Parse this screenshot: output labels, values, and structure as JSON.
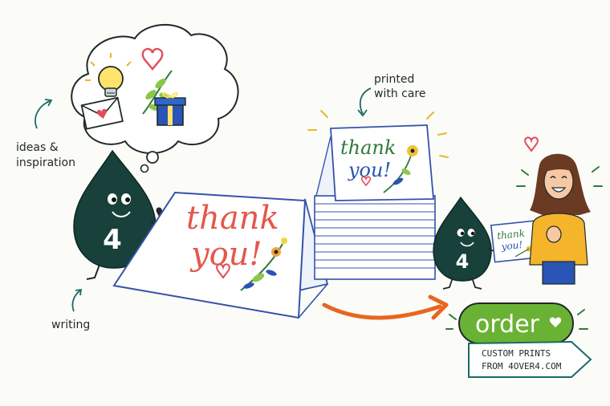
{
  "labels": {
    "ideas_line1": "ideas &",
    "ideas_line2": "inspiration",
    "writing": "writing",
    "printed_line1": "printed",
    "printed_line2": "with care"
  },
  "mascot": {
    "number": "4"
  },
  "main_card": {
    "line1": "thank",
    "line2": "you!"
  },
  "stack_card": {
    "line1": "thank",
    "line2": "you!"
  },
  "small_card": {
    "line1": "thank",
    "line2": "you!"
  },
  "cta": {
    "order_label": "order",
    "sign_line1": "CUSTOM PRINTS",
    "sign_line2": "FROM 4OVER4.COM"
  },
  "colors": {
    "mascot": "#17413a",
    "arrow": "#e8661f",
    "order_green": "#6ab234",
    "card_outline": "#3552a8",
    "heart": "#e24c5c",
    "thank_red": "#e4574b",
    "thank_green": "#2f7a3a",
    "thank_blue": "#2a54b5"
  },
  "icons": [
    "lightbulb-icon",
    "heart-icon",
    "envelope-icon",
    "leaf-sprig-icon",
    "gift-icon",
    "pen-icon",
    "flower-icon",
    "sparkle-icon"
  ]
}
